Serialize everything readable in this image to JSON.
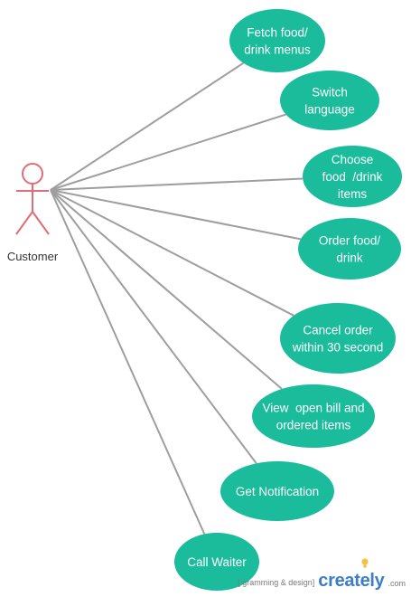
{
  "actor": {
    "label": "Customer",
    "color": "#e06c75"
  },
  "line_color": "#9e9e9e",
  "usecase_color": "#1abc9c",
  "usecases": [
    {
      "id": "fetch-menus",
      "lines": [
        "Fetch food/",
        "drink menus"
      ]
    },
    {
      "id": "switch-language",
      "lines": [
        "Switch",
        "language"
      ]
    },
    {
      "id": "choose-items",
      "lines": [
        "Choose",
        "food  /drink",
        "items"
      ]
    },
    {
      "id": "order",
      "lines": [
        "Order food/",
        "drink"
      ]
    },
    {
      "id": "cancel-order",
      "lines": [
        "Cancel order",
        "within 30 second"
      ]
    },
    {
      "id": "view-bill",
      "lines": [
        "View  open bill and",
        "ordered items"
      ]
    },
    {
      "id": "get-notification",
      "lines": [
        "Get Notification"
      ]
    },
    {
      "id": "call-waiter",
      "lines": [
        "Call Waiter"
      ]
    }
  ],
  "footer": {
    "note": "[                   gramming & design]",
    "brand": "creately",
    "suffix": ".com"
  }
}
